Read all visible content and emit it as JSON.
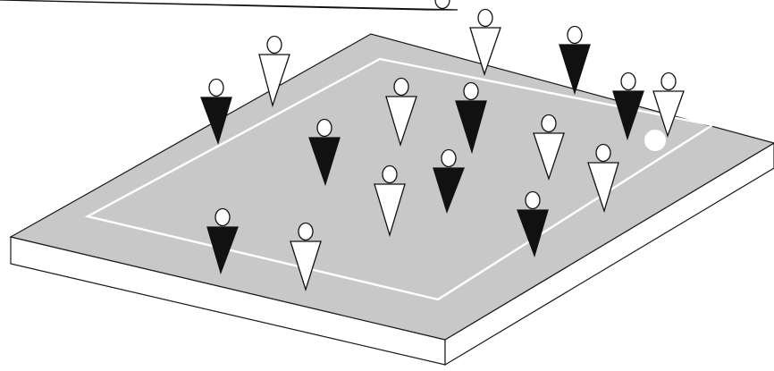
{
  "colors": {
    "background": "#ffffff",
    "field": "#c8c8c8",
    "field_edge": "#1a1a1a",
    "pitch_lines": "#ffffff",
    "team_dark": "#111111",
    "team_light": "#ffffff",
    "ball": "#ffffff"
  },
  "players": [
    {
      "team": "light",
      "icon": "player-light-icon"
    },
    {
      "team": "light",
      "icon": "player-light-icon"
    },
    {
      "team": "dark",
      "icon": "player-dark-icon"
    },
    {
      "team": "dark",
      "icon": "player-dark-icon"
    },
    {
      "team": "dark",
      "icon": "player-dark-icon"
    },
    {
      "team": "light",
      "icon": "player-light-icon"
    },
    {
      "team": "light",
      "icon": "player-light-icon"
    },
    {
      "team": "dark",
      "icon": "player-dark-icon"
    },
    {
      "team": "dark",
      "icon": "player-dark-icon"
    },
    {
      "team": "light",
      "icon": "player-light-icon"
    },
    {
      "team": "dark",
      "icon": "player-dark-icon"
    },
    {
      "team": "light",
      "icon": "player-light-icon"
    },
    {
      "team": "light",
      "icon": "player-light-icon"
    },
    {
      "team": "dark",
      "icon": "player-dark-icon"
    },
    {
      "team": "dark",
      "icon": "player-dark-icon"
    },
    {
      "team": "light",
      "icon": "player-light-icon"
    },
    {
      "team": "dark",
      "icon": "player-dark-icon"
    }
  ],
  "ball": {
    "icon": "ball-icon"
  }
}
